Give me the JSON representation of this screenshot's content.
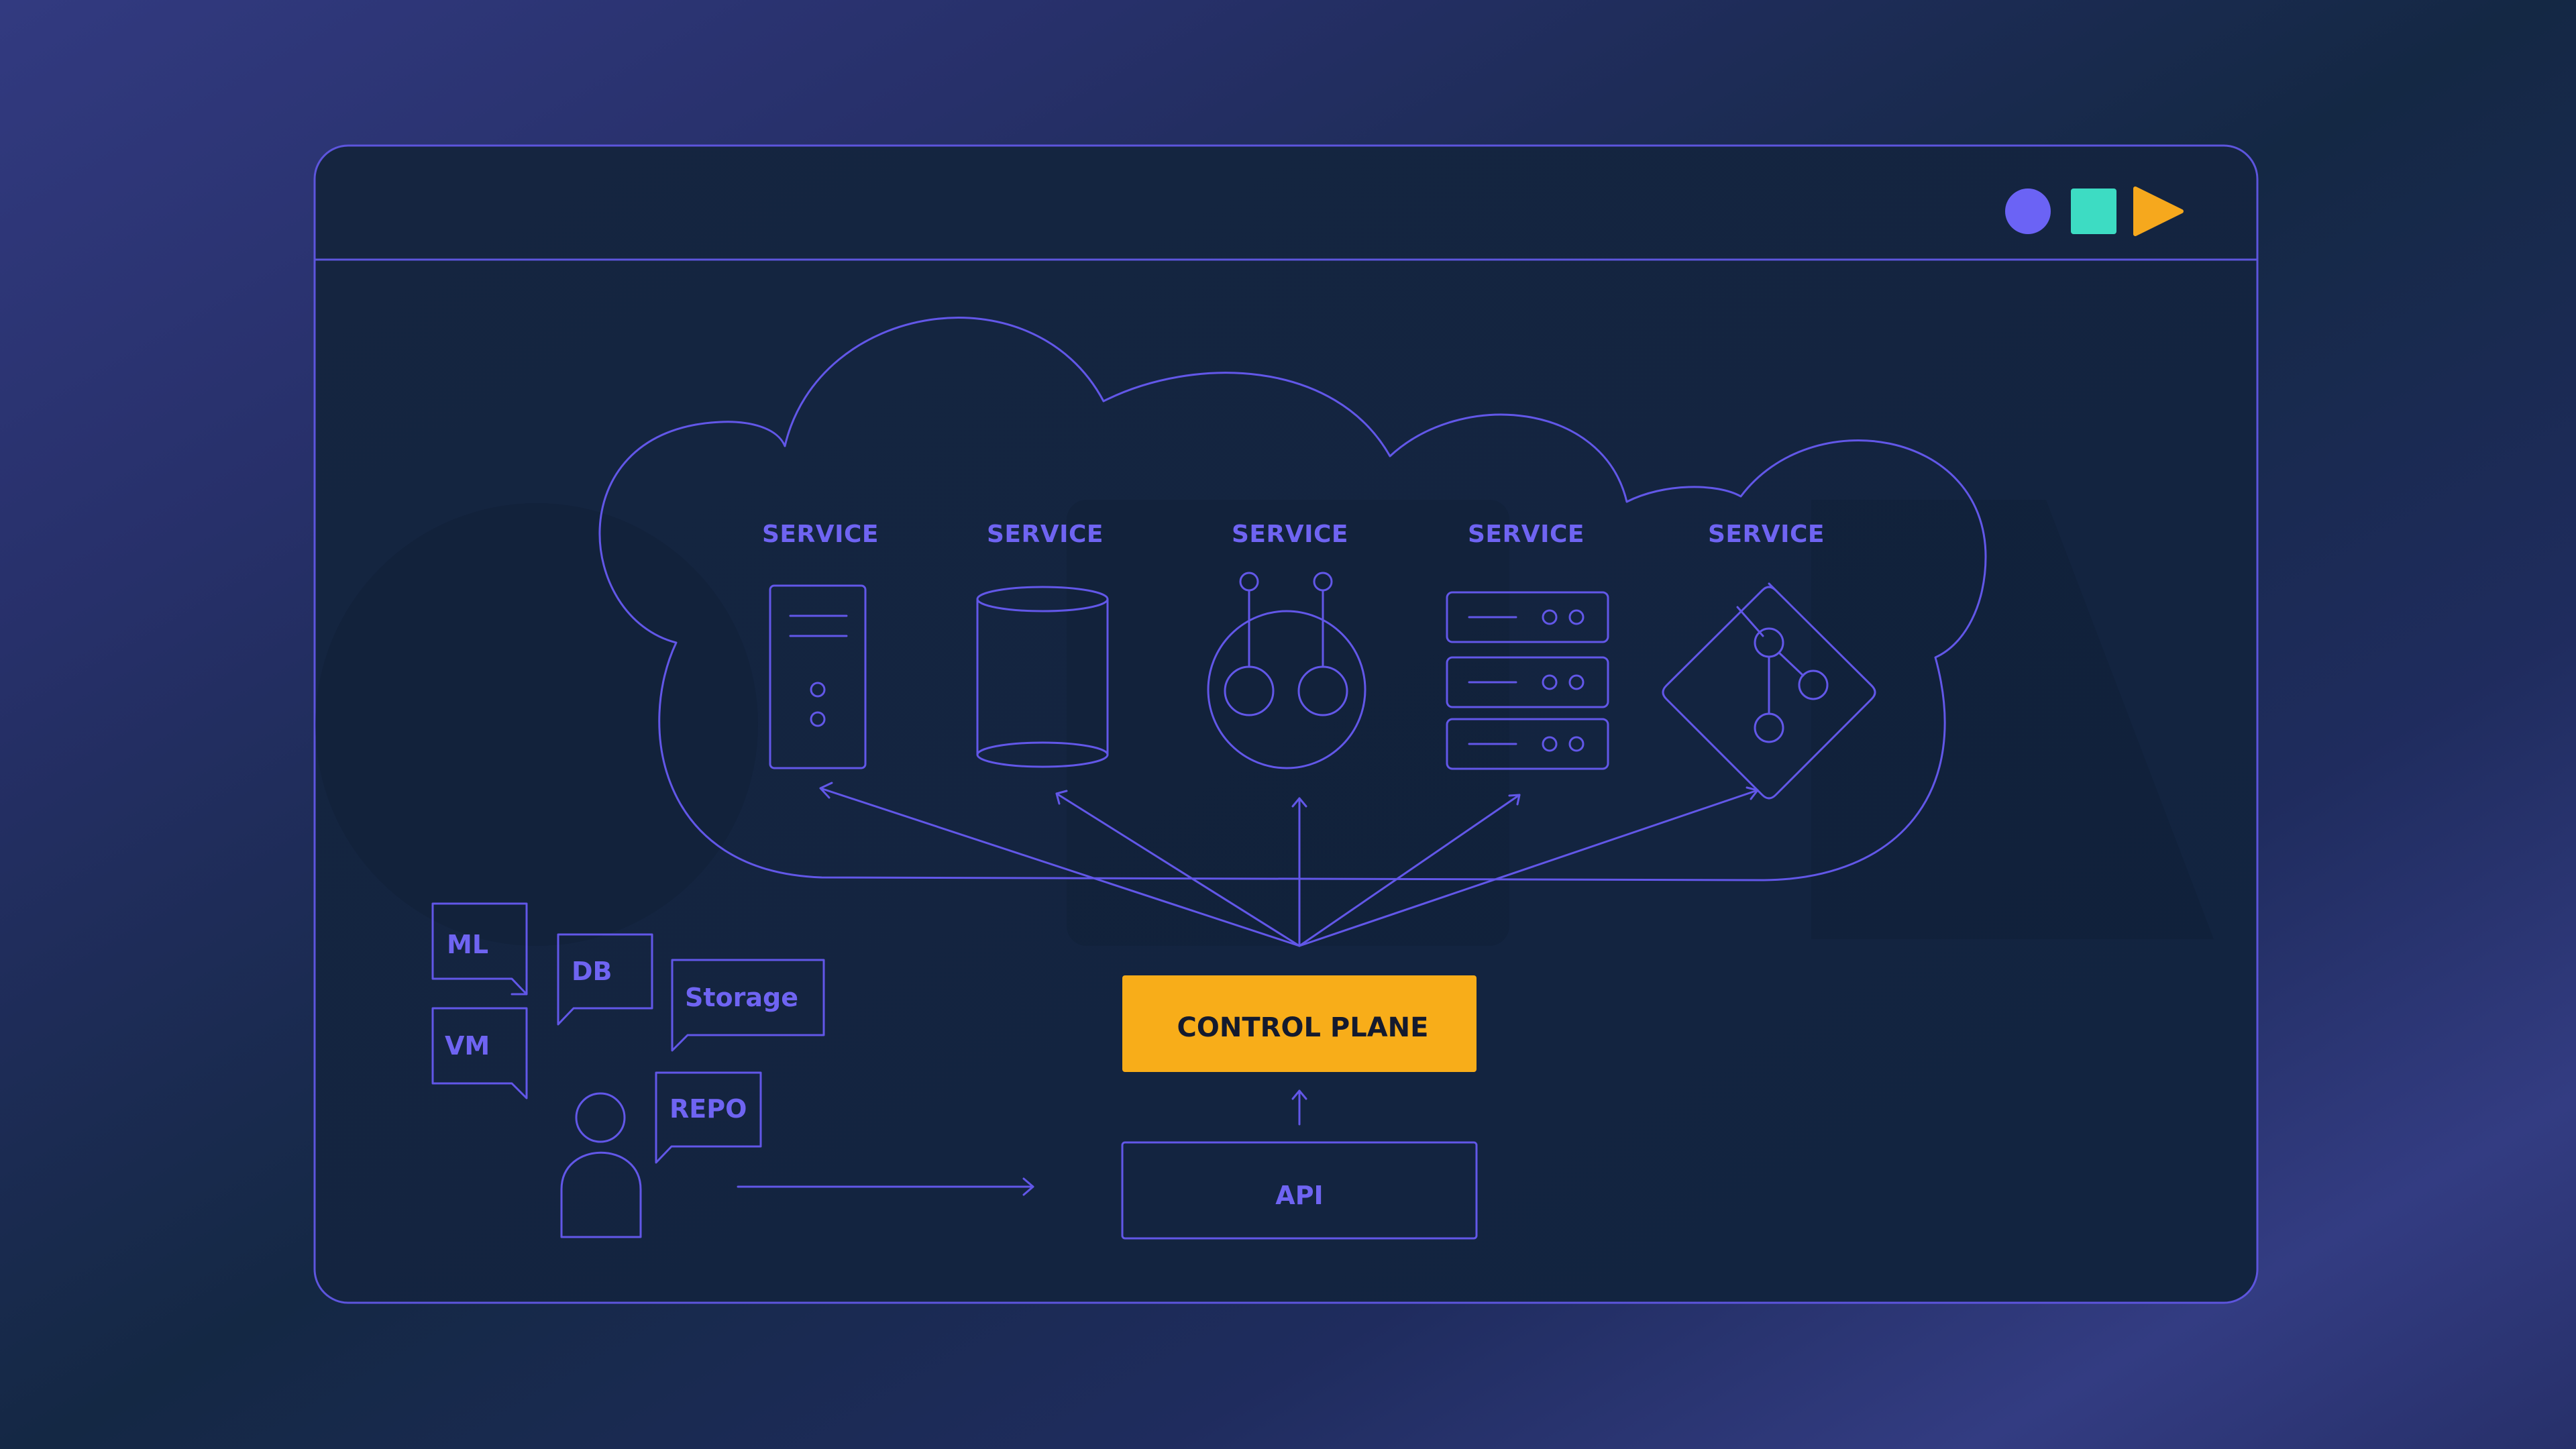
{
  "window": {
    "controls": [
      {
        "icon": "circle-icon",
        "color": "#6b63f5"
      },
      {
        "icon": "square-icon",
        "color": "#3ddcc3"
      },
      {
        "icon": "play-icon",
        "color": "#f6a81d"
      }
    ]
  },
  "services": [
    {
      "label": "SERVICE",
      "icon": "server-tower-icon"
    },
    {
      "label": "SERVICE",
      "icon": "database-cylinder-icon"
    },
    {
      "label": "SERVICE",
      "icon": "robot-face-icon"
    },
    {
      "label": "SERVICE",
      "icon": "server-rack-icon"
    },
    {
      "label": "SERVICE",
      "icon": "git-branch-icon"
    }
  ],
  "resources": {
    "ml": "ML",
    "db": "DB",
    "storage": "Storage",
    "vm": "VM",
    "repo": "REPO"
  },
  "control_plane": {
    "label": "CONTROL PLANE"
  },
  "api": {
    "label": "API"
  },
  "colors": {
    "accent": "#6257e8",
    "label": "#6f64f2",
    "control_plane_fill": "#f8ad19",
    "window_fill": "#13233c"
  }
}
